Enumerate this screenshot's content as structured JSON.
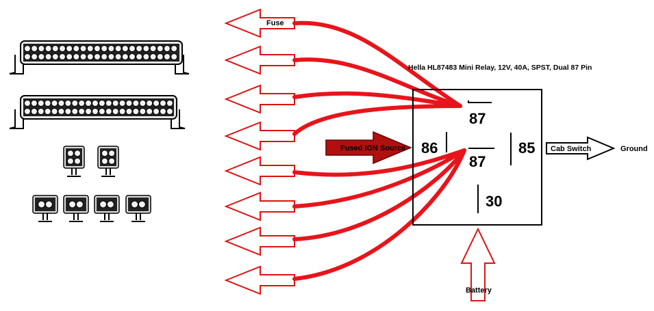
{
  "relay": {
    "title": "Hella HL87483 Mini Relay, 12V, 40A, SPST, Dual 87 Pin",
    "pin_87_top": "87",
    "pin_87_bottom": "87",
    "pin_86": "86",
    "pin_85": "85",
    "pin_30": "30"
  },
  "labels": {
    "fuse": "Fuse",
    "fused_ign_source": "Fused IGN Source",
    "cab_switch": "Cab Switch",
    "ground": "Ground",
    "battery": "Battery"
  },
  "colors": {
    "wire": "#e8141b",
    "ign_arrow": "#b01010",
    "outline": "#000000",
    "output_arrow_outline": "#e01010"
  }
}
